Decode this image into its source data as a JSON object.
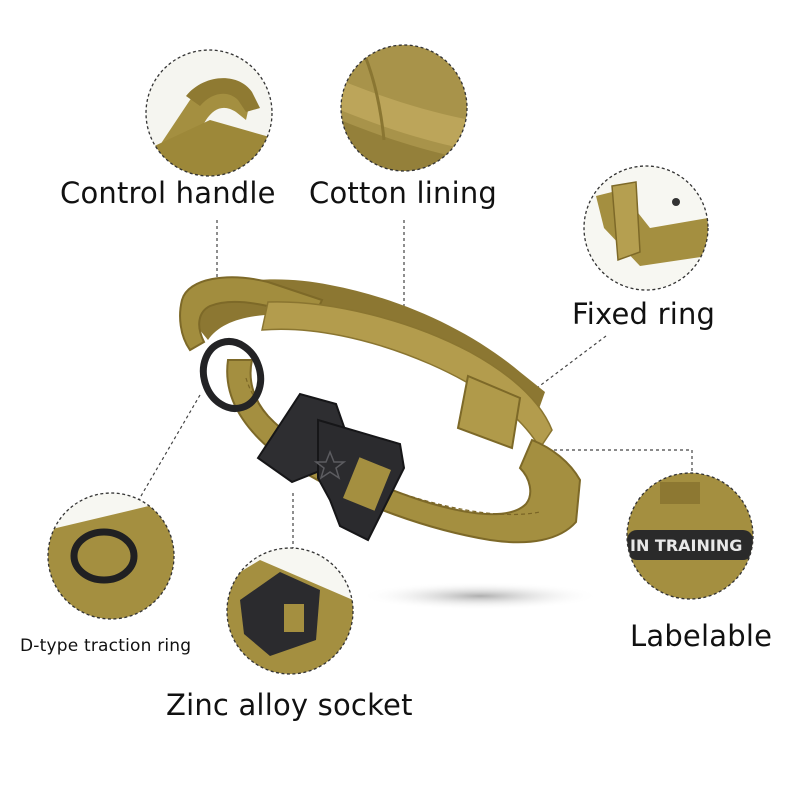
{
  "callouts": {
    "control_handle": "Control handle",
    "cotton_lining": "Cotton lining",
    "fixed_ring": "Fixed ring",
    "d_type_ring": "D-type traction ring",
    "zinc_socket": "Zinc alloy socket",
    "labelable": "Labelable"
  },
  "patch_text": "IN TRAINING",
  "colors": {
    "webbing": "#a08a3c",
    "webbing_dark": "#7f6a28",
    "webbing_light": "#bca55a",
    "buckle": "#2b2b2e",
    "circle_outline": "#333333"
  }
}
